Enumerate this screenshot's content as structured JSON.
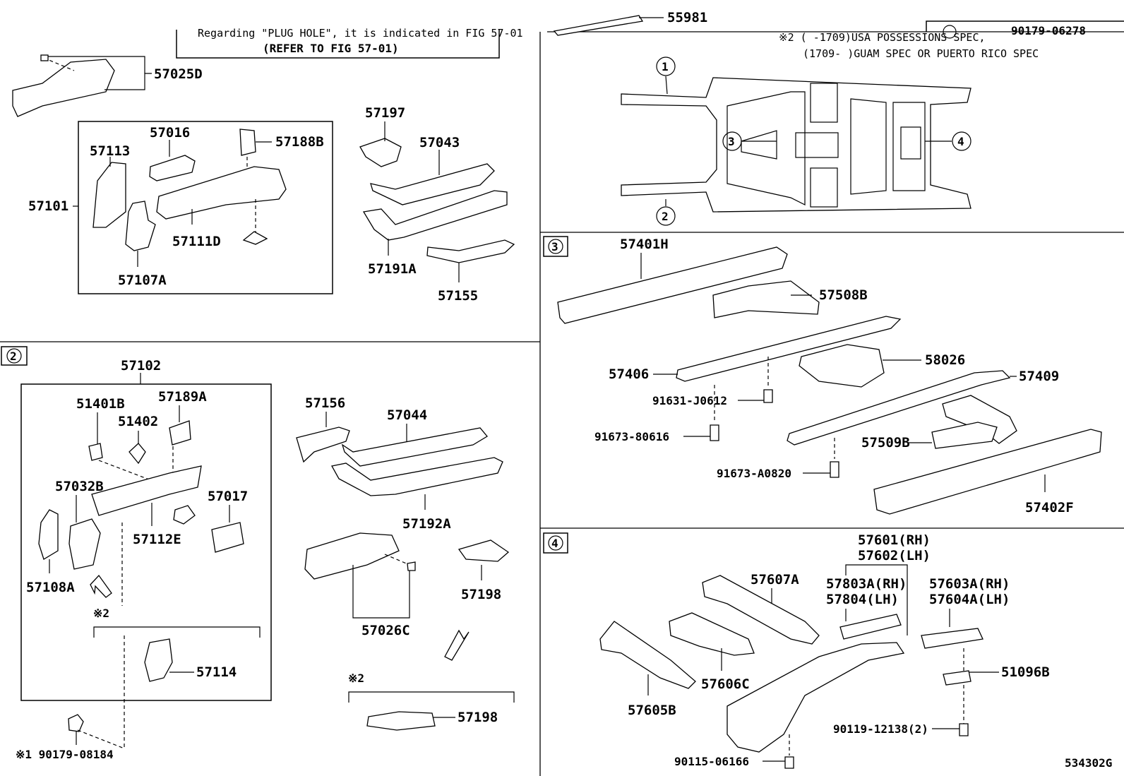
{
  "refer_note": {
    "line1": "Regarding \"PLUG HOLE\", it is indicated in FIG 57-01",
    "line2": "(REFER TO FIG 57-01)"
  },
  "spec_note": {
    "line1": "※2 (      -1709)USA POSSESSIONS SPEC,",
    "line2": "(1709-      )GUAM SPEC OR PUERTO RICO SPEC",
    "top_right_part": "90179-06278"
  },
  "callouts": {
    "c1": "1",
    "c2": "2",
    "c3": "3",
    "c4": "4"
  },
  "section1": {
    "p55981": "55981",
    "p57025D": "57025D",
    "p57101": "57101",
    "p57113": "57113",
    "p57016": "57016",
    "p57188B": "57188B",
    "p57111D": "57111D",
    "p57107A": "57107A",
    "p57197": "57197",
    "p57043": "57043",
    "p57191A": "57191A",
    "p57155": "57155"
  },
  "section2": {
    "p57102": "57102",
    "p51401B": "51401B",
    "p51402": "51402",
    "p57189A": "57189A",
    "p57032B": "57032B",
    "p57017": "57017",
    "p57112E": "57112E",
    "p57108A": "57108A",
    "mark2a": "※2",
    "p57114": "57114",
    "p90179_08184": "※1 90179-08184",
    "p57156": "57156",
    "p57044": "57044",
    "p57192A": "57192A",
    "p57026C": "57026C",
    "p57198a": "57198",
    "mark2b": "※2",
    "p57198b": "57198"
  },
  "section3": {
    "p57401H": "57401H",
    "p57508B": "57508B",
    "p57406": "57406",
    "p58026": "58026",
    "p57409": "57409",
    "p91631": "91631-J0612",
    "p91673_80616": "91673-80616",
    "p57509B": "57509B",
    "p91673_A0820": "91673-A0820",
    "p57402F": "57402F"
  },
  "section4": {
    "p57601": "57601(RH)",
    "p57602": "57602(LH)",
    "p57607A": "57607A",
    "p57803A": "57803A(RH)",
    "p57804": "57804(LH)",
    "p57603A": "57603A(RH)",
    "p57604A": "57604A(LH)",
    "p51096B": "51096B",
    "p57606C": "57606C",
    "p57605B": "57605B",
    "p90119": "90119-12138(2)",
    "p90115": "90115-06166"
  },
  "figure_id": "534302G"
}
